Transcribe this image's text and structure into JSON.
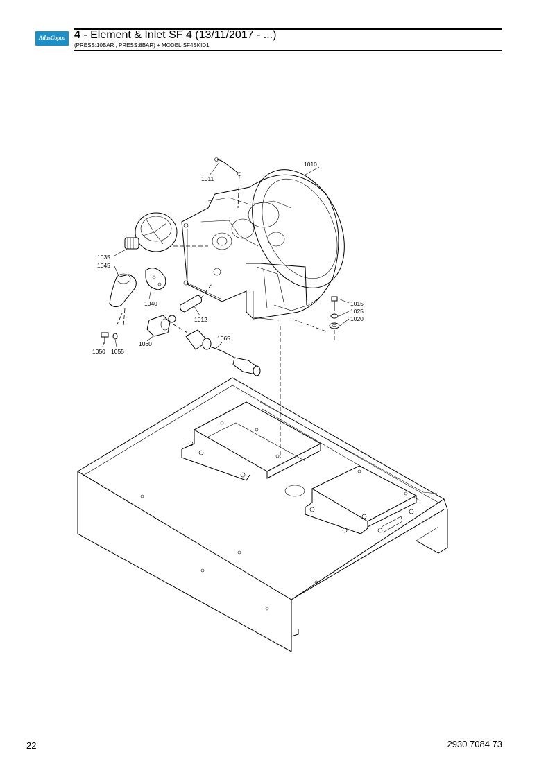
{
  "header": {
    "logo_text": "AtlasCopco",
    "section_number": "4",
    "title": " - Element & Inlet SF 4 (13/11/2017 - ...)",
    "subtitle": "(PRESS:10BAR , PRESS:8BAR) + MODEL:SF4SKID1"
  },
  "callouts": {
    "p1010": "1010",
    "p1011": "1011",
    "p1012": "1012",
    "p1015": "1015",
    "p1020": "1020",
    "p1025": "1025",
    "p1035": "1035",
    "p1040": "1040",
    "p1045": "1045",
    "p1050": "1050",
    "p1055": "1055",
    "p1060": "1060",
    "p1065": "1065"
  },
  "footer": {
    "page_number": "22",
    "document_number": "2930 7084 73"
  }
}
